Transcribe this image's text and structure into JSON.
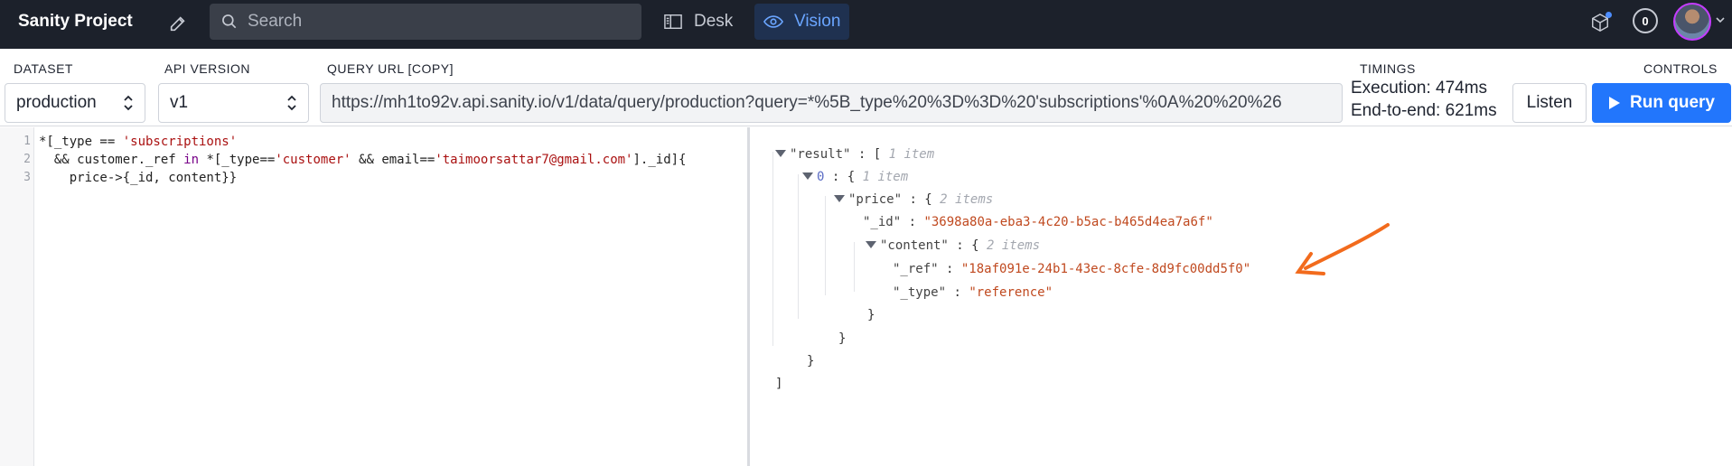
{
  "navbar": {
    "brand": "Sanity Project",
    "search_placeholder": "Search",
    "tools": [
      {
        "label": "Desk",
        "icon": "desk-icon"
      },
      {
        "label": "Vision",
        "icon": "eye-icon"
      }
    ],
    "notification_count": "0"
  },
  "controls": {
    "dataset_label": "DATASET",
    "dataset_value": "production",
    "api_label": "API VERSION",
    "api_value": "v1",
    "url_label": "QUERY URL [COPY]",
    "url_value": "https://mh1to92v.api.sanity.io/v1/data/query/production?query=*%5B_type%20%3D%3D%20'subscriptions'%0A%20%20%26",
    "timings_label": "TIMINGS",
    "execution": "Execution: 474ms",
    "end_to_end": "End-to-end: 621ms",
    "controls_label": "CONTROLS",
    "listen_label": "Listen",
    "run_label": "Run query"
  },
  "editor": {
    "line_numbers": [
      "1",
      "2",
      "3"
    ],
    "line1": {
      "a": "*[_type == ",
      "b": "'subscriptions'"
    },
    "line2": {
      "a": "  && customer._ref ",
      "kw": "in",
      "b": " *[_type==",
      "c": "'customer'",
      "d": " && email==",
      "e": "'taimoorsattar7@gmail.com'",
      "f": "]._id]{"
    },
    "line3": "    price->{_id, content}}"
  },
  "result": {
    "result_key": "\"result\"",
    "result_count": "1 item",
    "index_key": "0",
    "index_count": "1 item",
    "price_key": "\"price\"",
    "price_count": "2 items",
    "id_key": "\"_id\"",
    "id_value": "\"3698a80a-eba3-4c20-b5ac-b465d4ea7a6f\"",
    "content_key": "\"content\"",
    "content_count": "2 items",
    "ref_key": "\"_ref\"",
    "ref_value": "\"18af091e-24b1-43ec-8cfe-8d9fc00dd5f0\"",
    "type_key": "\"_type\"",
    "type_value": "\"reference\""
  },
  "colors": {
    "navbar_bg": "#1c212b",
    "accent": "#2276fc",
    "arrow": "#f26b1d"
  }
}
